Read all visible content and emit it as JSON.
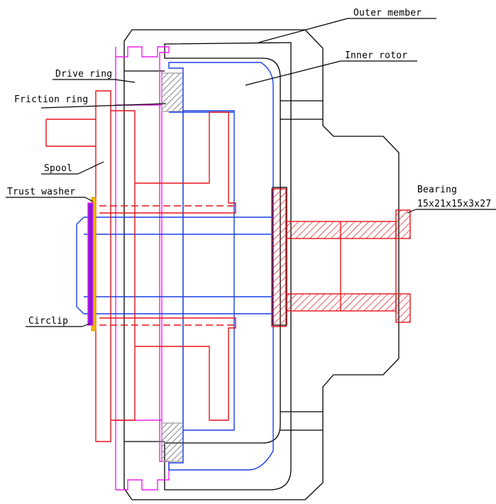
{
  "labels": {
    "outer_member": "Outer member",
    "inner_rotor": "Inner rotor",
    "drive_ring": "Drive ring",
    "friction_ring": "Friction ring",
    "spool": "Spool",
    "trust_washer": "Trust washer",
    "bearing_line1": "Bearing",
    "bearing_line2": "15x21x15x3x27",
    "circlip": "Circlip"
  },
  "colors": {
    "outline": "#000000",
    "spool_and_bearing": "#e8141c",
    "inner_rotor": "#1a3ee8",
    "drive_ring": "#ee22ee",
    "friction_ring": "#999999",
    "trust_washer": "#f2b800",
    "circlip": "#7a1fd6"
  }
}
